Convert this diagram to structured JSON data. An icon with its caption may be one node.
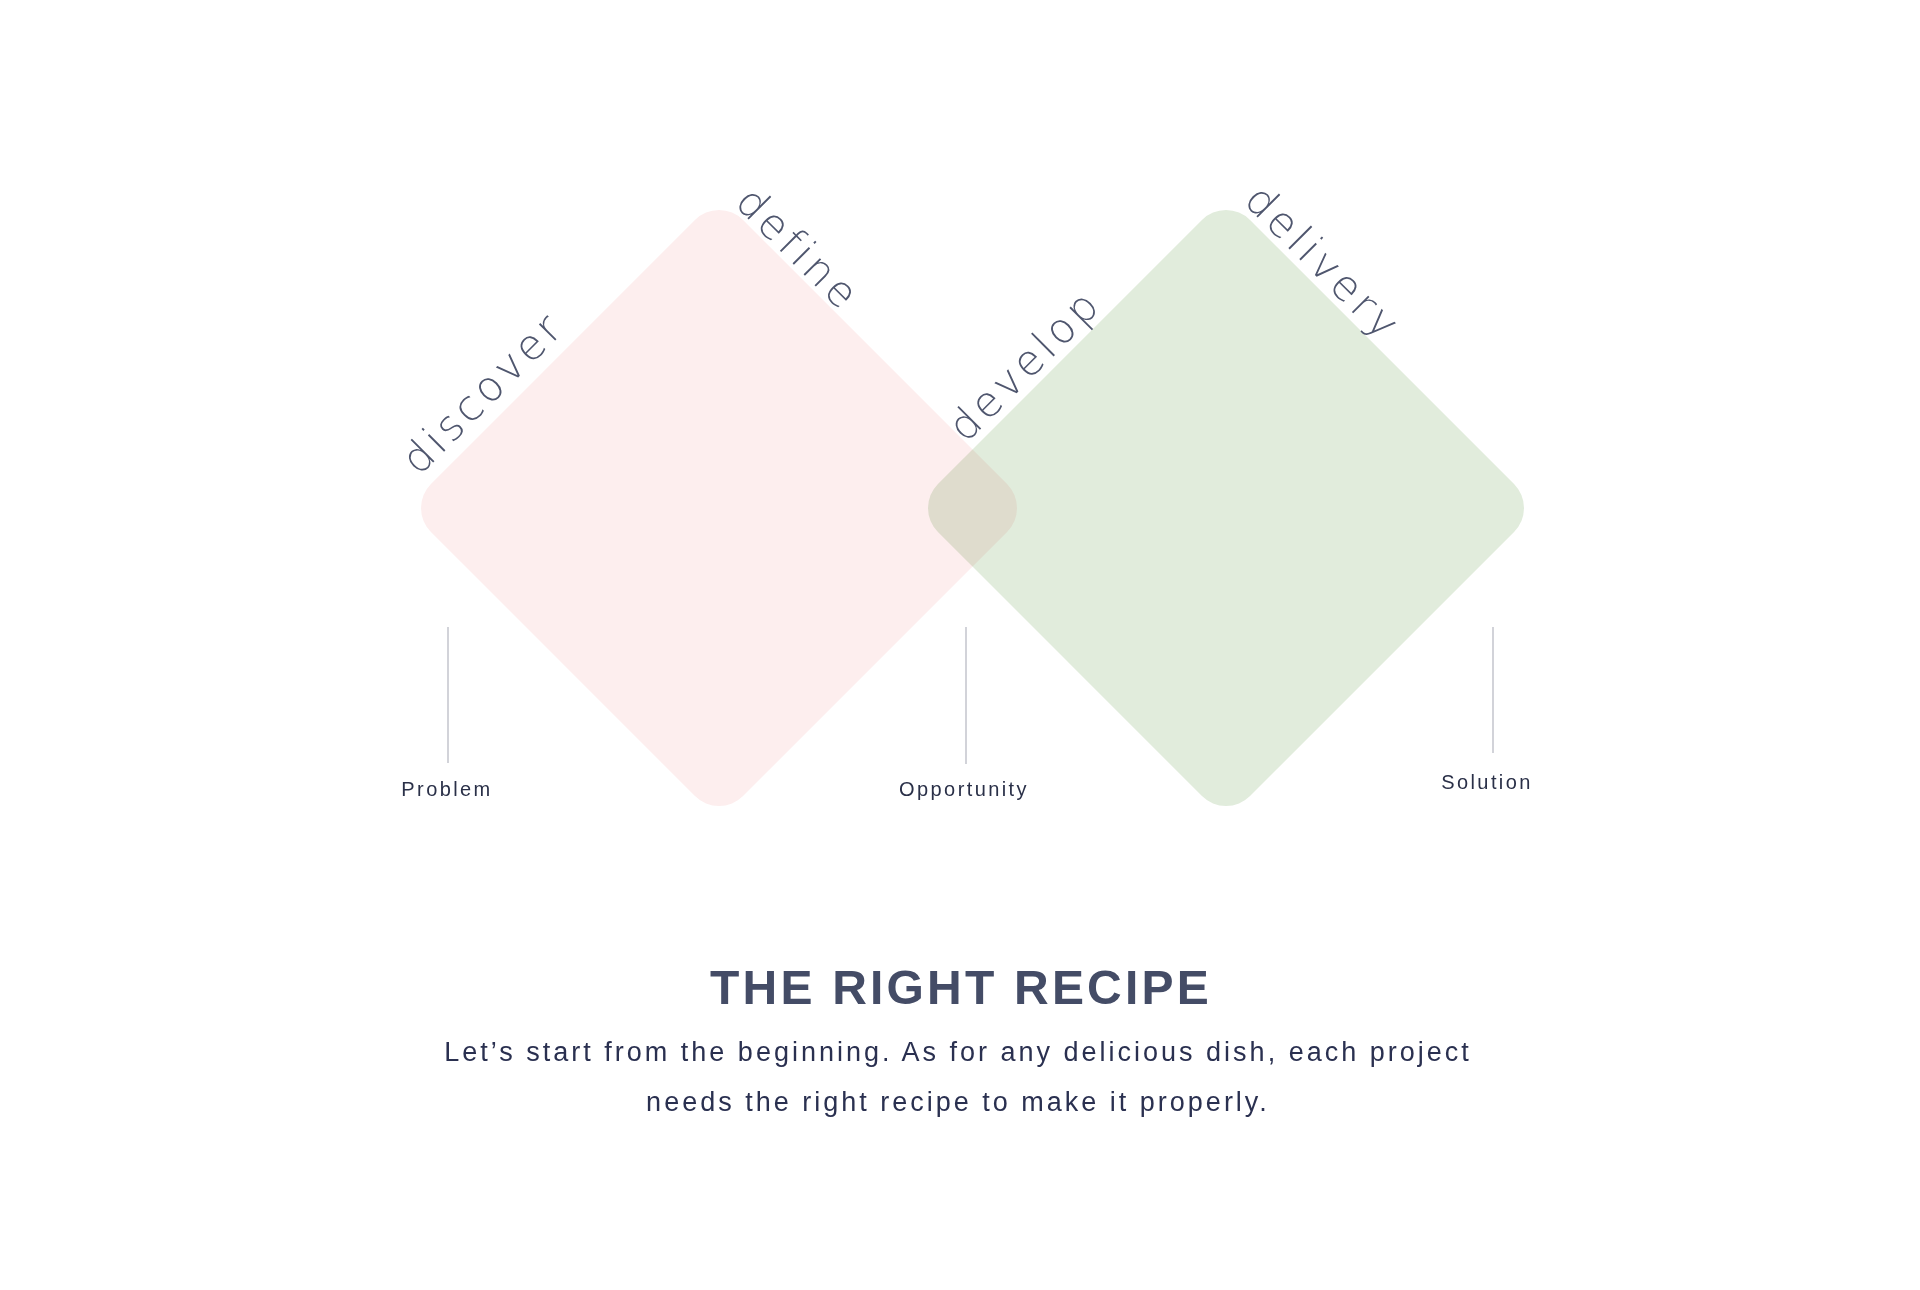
{
  "diagram": {
    "title": "THE RIGHT RECIPE",
    "caption": "Let’s start from the beginning. As for any delicious dish, each project needs the right recipe to make it properly.",
    "nodes": [
      {
        "text": [
          "discover",
          "define"
        ]
      },
      {
        "text": [
          "develop",
          "delivery"
        ]
      }
    ],
    "labels": [
      "Problem",
      "Opportunity",
      "Solution"
    ]
  }
}
